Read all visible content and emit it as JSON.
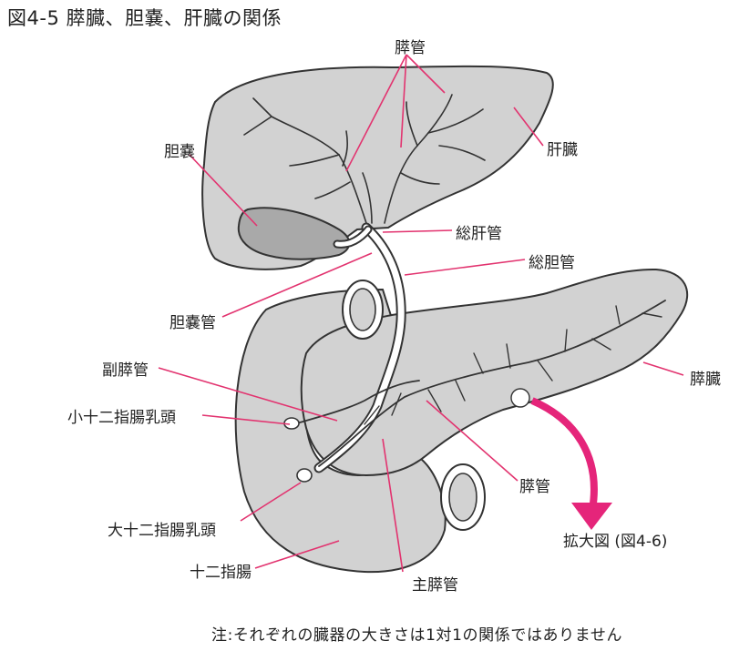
{
  "figure": {
    "title": "図4-5 膵臓、胆嚢、肝臓の関係",
    "note": "注:それぞれの臓器の大きさは1対1の関係ではありません"
  },
  "labels": {
    "liver": "肝臓",
    "gallbladder": "胆嚢",
    "pancreatic_duct_top": "膵管",
    "common_hepatic_duct": "総肝管",
    "common_bile_duct": "総胆管",
    "cystic_duct": "胆嚢管",
    "pancreas": "膵臓",
    "accessory_pancreatic_duct": "副膵管",
    "minor_papilla": "小十二指腸乳頭",
    "pancreatic_duct_bottom": "膵管",
    "magnified": "拡大図 (図4-6)",
    "major_papilla": "大十二指腸乳頭",
    "duodenum": "十二指腸",
    "main_pancreatic_duct": "主膵管"
  },
  "colors": {
    "organ_fill": "#d2d2d2",
    "gallbladder_fill": "#a9a9a9",
    "outline": "#333333",
    "leader": "#e2336f",
    "arrow": "#e5257a"
  }
}
